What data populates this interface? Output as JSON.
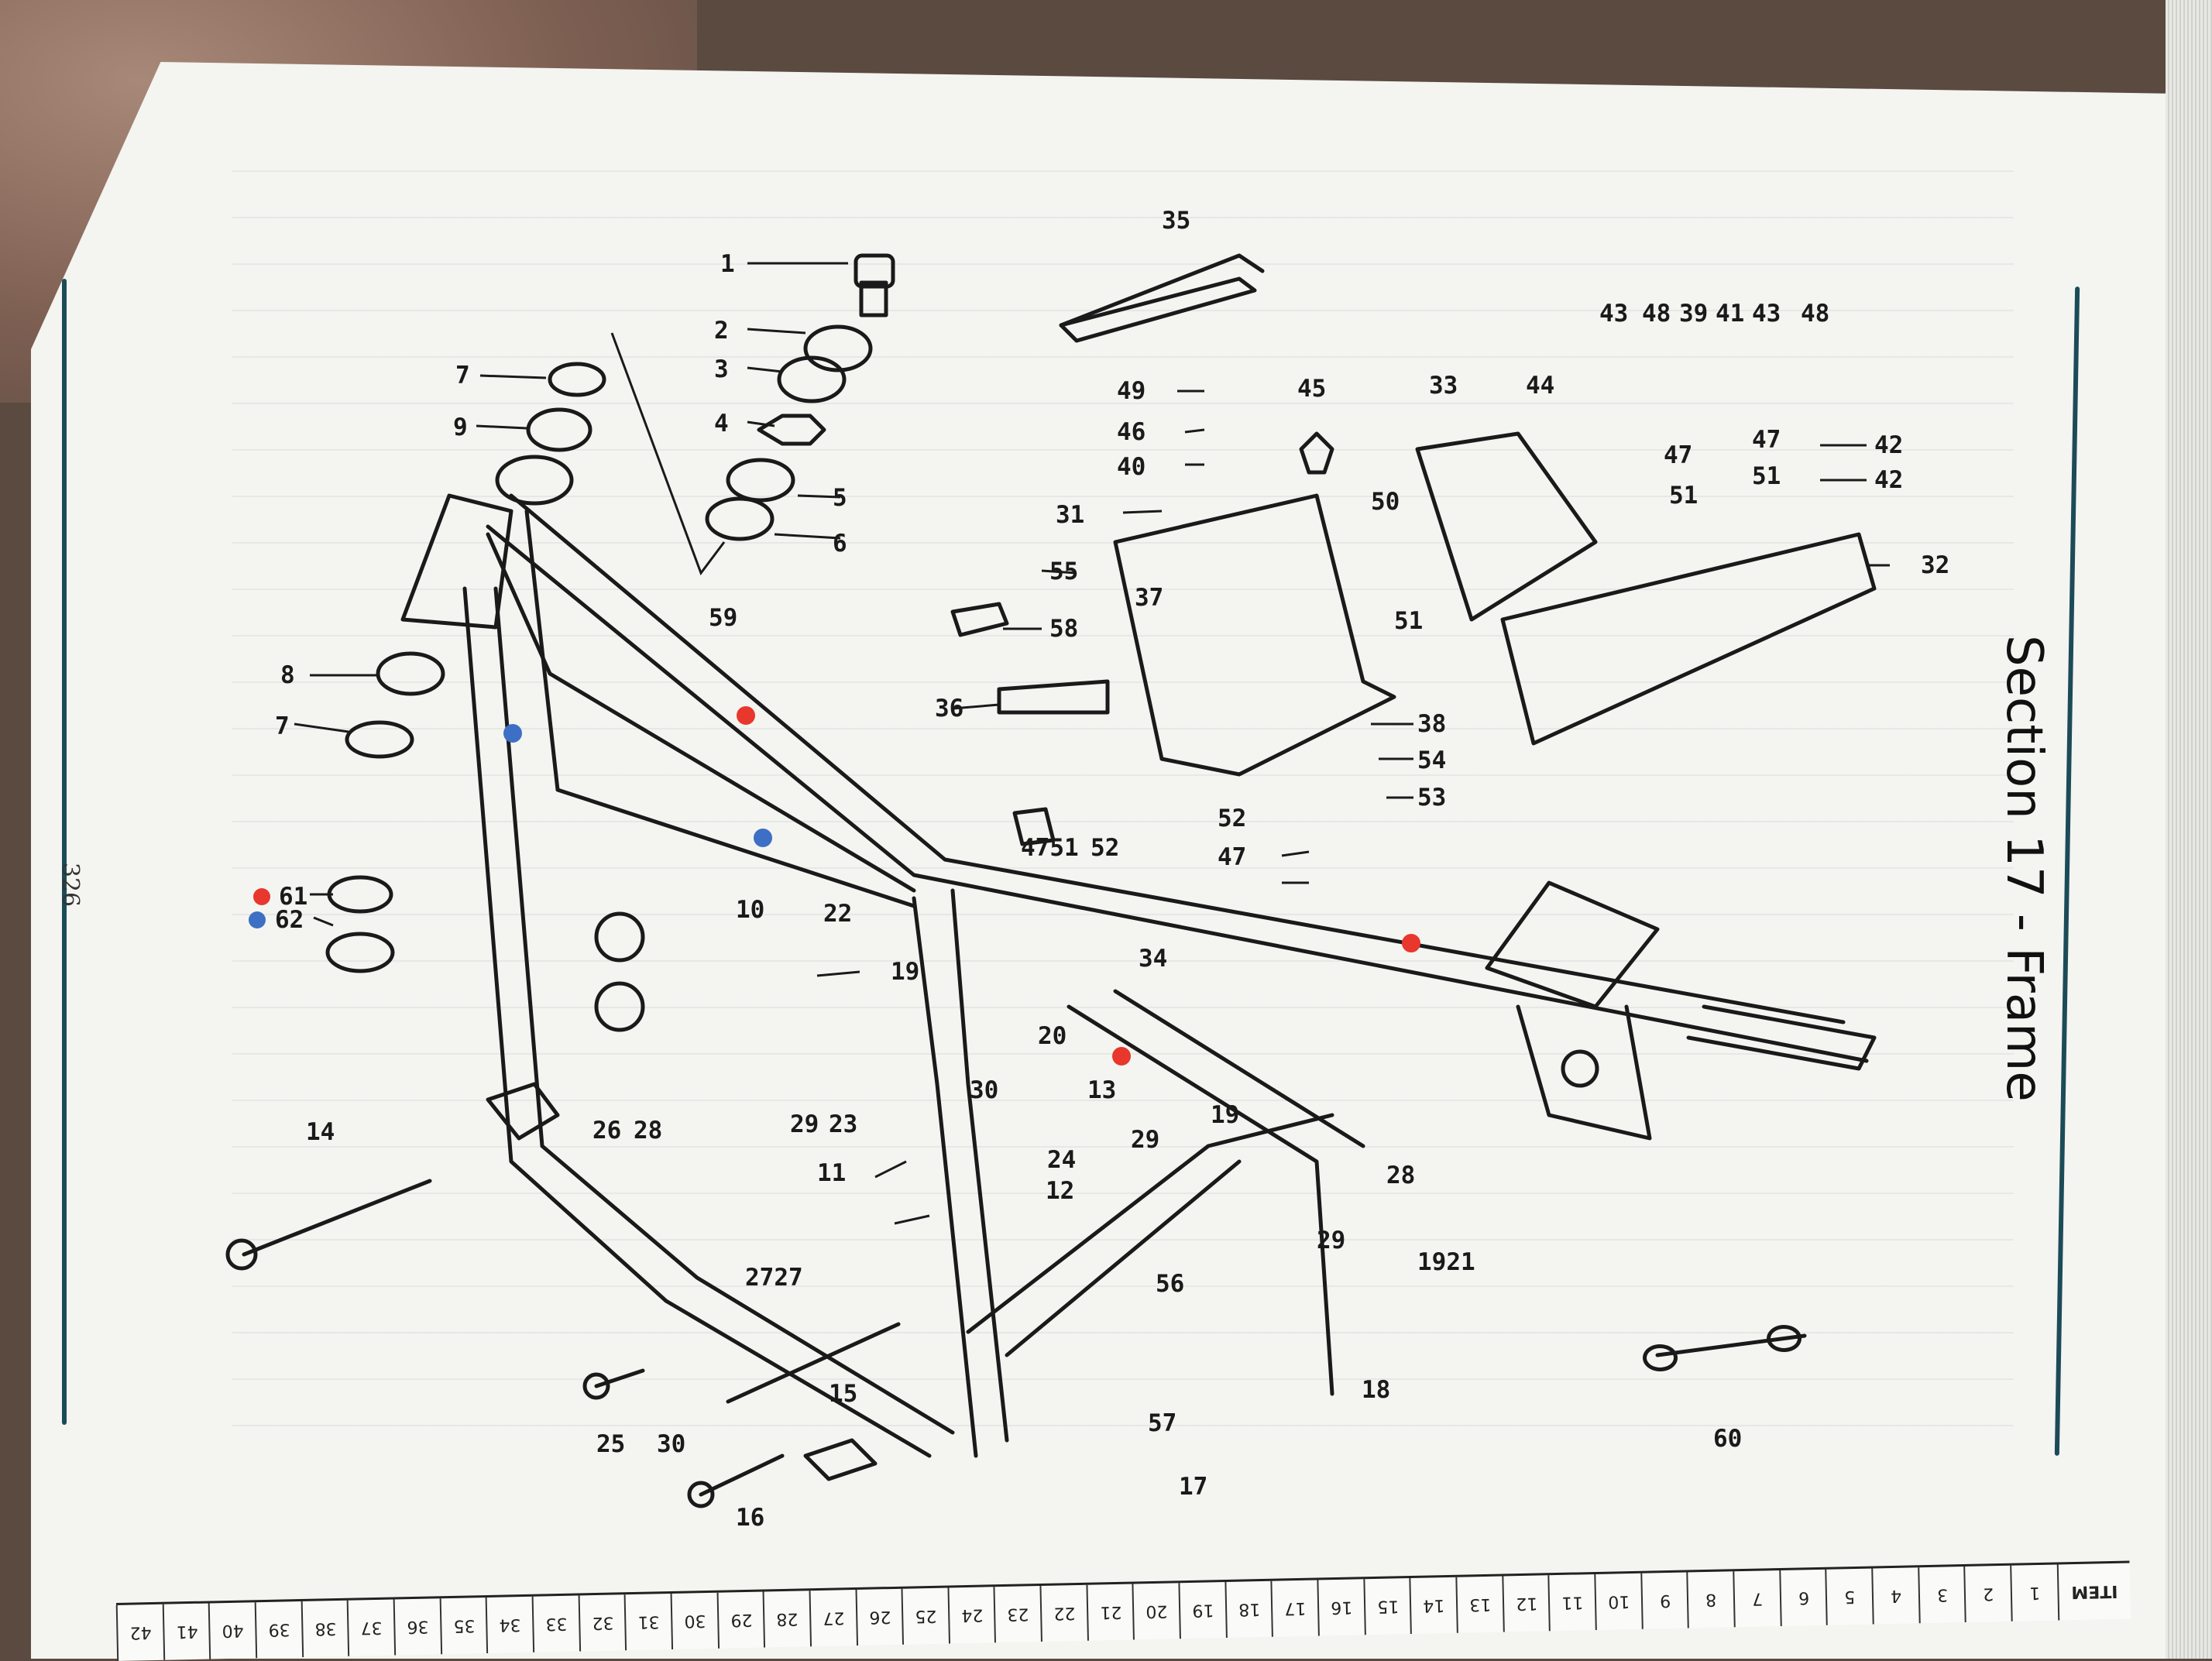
{
  "page": {
    "section_title": "Section 17 - Frame",
    "page_number": "326"
  },
  "diagram": {
    "labels": [
      {
        "id": "l1",
        "text": "1"
      },
      {
        "id": "l2",
        "text": "2"
      },
      {
        "id": "l3",
        "text": "3"
      },
      {
        "id": "l4",
        "text": "4"
      },
      {
        "id": "l5",
        "text": "5"
      },
      {
        "id": "l6",
        "text": "6"
      },
      {
        "id": "l7a",
        "text": "7"
      },
      {
        "id": "l7b",
        "text": "7"
      },
      {
        "id": "l8",
        "text": "8"
      },
      {
        "id": "l9",
        "text": "9"
      },
      {
        "id": "l10",
        "text": "10"
      },
      {
        "id": "l11",
        "text": "11"
      },
      {
        "id": "l12",
        "text": "12"
      },
      {
        "id": "l13",
        "text": "13"
      },
      {
        "id": "l14",
        "text": "14"
      },
      {
        "id": "l15",
        "text": "15"
      },
      {
        "id": "l16",
        "text": "16"
      },
      {
        "id": "l17",
        "text": "17"
      },
      {
        "id": "l18",
        "text": "18"
      },
      {
        "id": "l19a",
        "text": "19"
      },
      {
        "id": "l19b",
        "text": "19"
      },
      {
        "id": "l1921",
        "text": "1921"
      },
      {
        "id": "l20",
        "text": "20"
      },
      {
        "id": "l22",
        "text": "22"
      },
      {
        "id": "l23",
        "text": "23"
      },
      {
        "id": "l24",
        "text": "24"
      },
      {
        "id": "l25",
        "text": "25"
      },
      {
        "id": "l26",
        "text": "26"
      },
      {
        "id": "l28a",
        "text": "28"
      },
      {
        "id": "l28b",
        "text": "28"
      },
      {
        "id": "l29a",
        "text": "29"
      },
      {
        "id": "l29b",
        "text": "29"
      },
      {
        "id": "l29c",
        "text": "29"
      },
      {
        "id": "l2727",
        "text": "2727"
      },
      {
        "id": "l30a",
        "text": "30"
      },
      {
        "id": "l30b",
        "text": "30"
      },
      {
        "id": "l31",
        "text": "31"
      },
      {
        "id": "l32",
        "text": "32"
      },
      {
        "id": "l33",
        "text": "33"
      },
      {
        "id": "l34",
        "text": "34"
      },
      {
        "id": "l35",
        "text": "35"
      },
      {
        "id": "l36",
        "text": "36"
      },
      {
        "id": "l37",
        "text": "37"
      },
      {
        "id": "l38",
        "text": "38"
      },
      {
        "id": "l39",
        "text": "39"
      },
      {
        "id": "l40",
        "text": "40"
      },
      {
        "id": "l41",
        "text": "41"
      },
      {
        "id": "l42a",
        "text": "42"
      },
      {
        "id": "l42b",
        "text": "42"
      },
      {
        "id": "l43a",
        "text": "43"
      },
      {
        "id": "l43b",
        "text": "43"
      },
      {
        "id": "l44",
        "text": "44"
      },
      {
        "id": "l45",
        "text": "45"
      },
      {
        "id": "l46",
        "text": "46"
      },
      {
        "id": "l47a",
        "text": "47"
      },
      {
        "id": "l47b",
        "text": "47"
      },
      {
        "id": "l47c",
        "text": "47"
      },
      {
        "id": "l4751",
        "text": "4751"
      },
      {
        "id": "l48a",
        "text": "48"
      },
      {
        "id": "l48b",
        "text": "48"
      },
      {
        "id": "l49",
        "text": "49"
      },
      {
        "id": "l50",
        "text": "50"
      },
      {
        "id": "l51a",
        "text": "51"
      },
      {
        "id": "l51b",
        "text": "51"
      },
      {
        "id": "l51c",
        "text": "51"
      },
      {
        "id": "l52a",
        "text": "52"
      },
      {
        "id": "l52b",
        "text": "52"
      },
      {
        "id": "l53",
        "text": "53"
      },
      {
        "id": "l54",
        "text": "54"
      },
      {
        "id": "l55",
        "text": "55"
      },
      {
        "id": "l56",
        "text": "56"
      },
      {
        "id": "l57",
        "text": "57"
      },
      {
        "id": "l58",
        "text": "58"
      },
      {
        "id": "l59",
        "text": "59"
      },
      {
        "id": "l60",
        "text": "60"
      },
      {
        "id": "l61",
        "text": "61"
      },
      {
        "id": "l62",
        "text": "62"
      }
    ],
    "marker_colors": {
      "red": "#e8372c",
      "blue": "#3d6fc4"
    }
  },
  "parts_table": {
    "header": "ITEM",
    "columns": [
      "1",
      "2",
      "3",
      "4",
      "5",
      "6",
      "7",
      "8",
      "9",
      "10",
      "11",
      "12",
      "13",
      "14",
      "15",
      "16",
      "17",
      "18",
      "19",
      "20",
      "21",
      "22",
      "23",
      "24",
      "25",
      "26",
      "27",
      "28",
      "29",
      "30",
      "31",
      "32",
      "33",
      "34",
      "35",
      "36",
      "37",
      "38",
      "39",
      "40",
      "41",
      "42"
    ]
  }
}
